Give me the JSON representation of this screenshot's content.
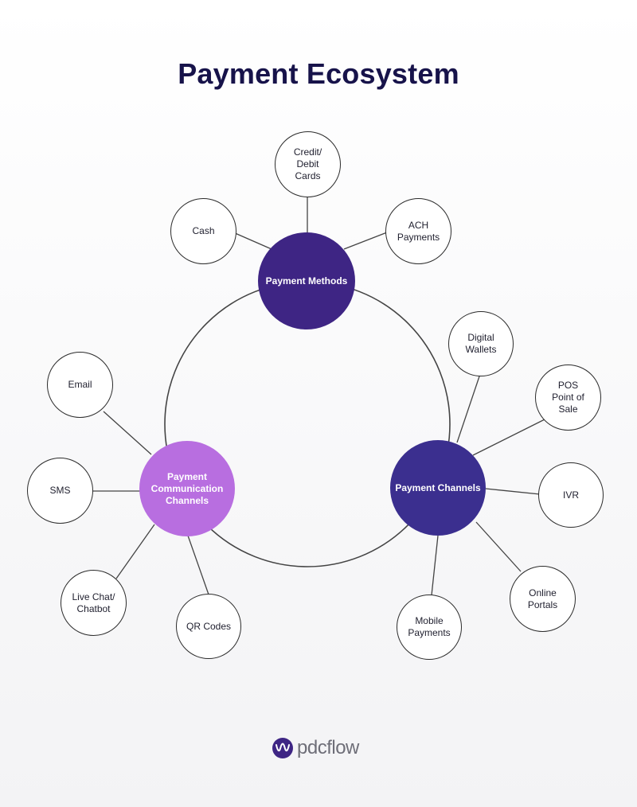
{
  "title": "Payment Ecosystem",
  "colors": {
    "methods_hub": "#3e2584",
    "channels_hub": "#3b2f8f",
    "communication_hub": "#b86ee0",
    "line": "#444444",
    "title": "#17134a"
  },
  "hubs": {
    "methods": "Payment Methods",
    "channels": "Payment Channels",
    "communication": "Payment\nCommunication\nChannels"
  },
  "method_nodes": {
    "cards": "Credit/\nDebit\nCards",
    "cash": "Cash",
    "ach": "ACH\nPayments"
  },
  "channel_nodes": {
    "digital_wallets": "Digital\nWallets",
    "pos": "POS\nPoint of\nSale",
    "ivr": "IVR",
    "online_portals": "Online\nPortals",
    "mobile_payments": "Mobile\nPayments"
  },
  "communication_nodes": {
    "email": "Email",
    "sms": "SMS",
    "live_chat": "Live Chat/\nChatbot",
    "qr_codes": "QR Codes"
  },
  "logo": {
    "text": "pdcflow",
    "icon": "wave-logo-icon"
  }
}
